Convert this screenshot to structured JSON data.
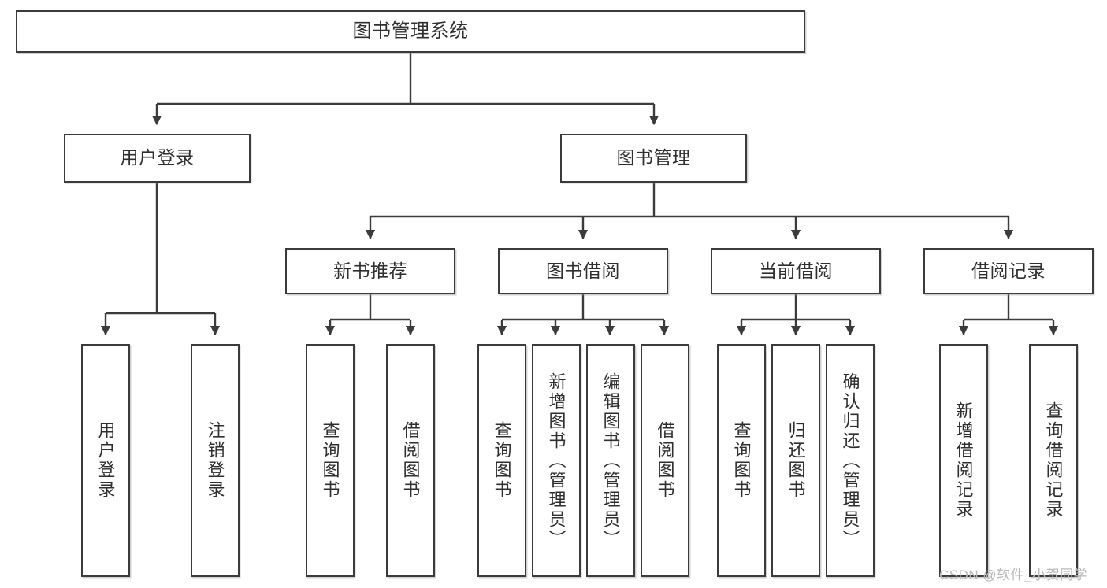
{
  "diagram": {
    "title": "图书管理系统",
    "type": "hierarchy-tree",
    "watermark": "CSDN @软件_小贺同学",
    "colors": {
      "border": "#3b3b3b",
      "text": "#2f2f2f",
      "background": "#ffffff",
      "watermark": "#b9b9b9"
    }
  },
  "nodes": {
    "root": {
      "label": "图书管理系统"
    },
    "level2": [
      {
        "label": "用户登录"
      },
      {
        "label": "图书管理"
      }
    ],
    "level3": [
      {
        "label": "新书推荐"
      },
      {
        "label": "图书借阅"
      },
      {
        "label": "当前借阅"
      },
      {
        "label": "借阅记录"
      }
    ],
    "leaves": [
      {
        "label": "用户登录",
        "parent": "用户登录"
      },
      {
        "label": "注销登录",
        "parent": "用户登录"
      },
      {
        "label": "查询图书",
        "parent": "新书推荐"
      },
      {
        "label": "借阅图书",
        "parent": "新书推荐"
      },
      {
        "label": "查询图书",
        "parent": "图书借阅"
      },
      {
        "label": "新增图书（管理员）",
        "parent": "图书借阅"
      },
      {
        "label": "编辑图书（管理员）",
        "parent": "图书借阅"
      },
      {
        "label": "借阅图书",
        "parent": "图书借阅"
      },
      {
        "label": "查询图书",
        "parent": "当前借阅"
      },
      {
        "label": "归还图书",
        "parent": "当前借阅"
      },
      {
        "label": "确认归还（管理员）",
        "parent": "当前借阅"
      },
      {
        "label": "新增借阅记录",
        "parent": "借阅记录"
      },
      {
        "label": "查询借阅记录",
        "parent": "借阅记录"
      }
    ]
  }
}
